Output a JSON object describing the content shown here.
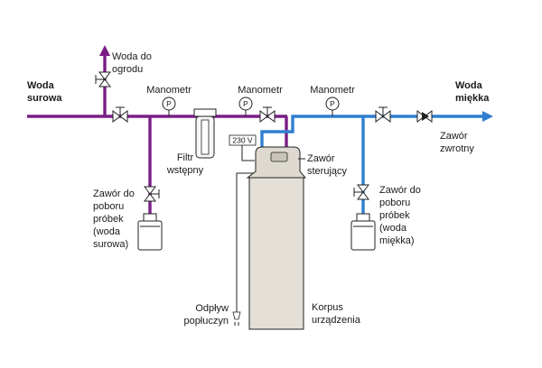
{
  "labels": {
    "raw_water": [
      "Woda",
      "surowa"
    ],
    "soft_water": [
      "Woda",
      "miękka"
    ],
    "garden_water": [
      "Woda do",
      "ogrodu"
    ],
    "manometer": "Manometr",
    "prefilter": [
      "Filtr",
      "wstępny"
    ],
    "voltage": "230 V",
    "control_valve": [
      "Zawór",
      "sterujący"
    ],
    "check_valve": [
      "Zawór",
      "zwrotny"
    ],
    "sample_valve_raw": [
      "Zawór do",
      "poboru",
      "próbek",
      "(woda",
      "surowa)"
    ],
    "sample_valve_soft": [
      "Zawór do",
      "poboru",
      "próbek",
      "(woda",
      "miękka)"
    ],
    "drain": [
      "Odpływ",
      "popłuczyn"
    ],
    "body": [
      "Korpus",
      "urządzenia"
    ],
    "gauge_letter": "P"
  },
  "colors": {
    "raw_pipe": "#7a1e86",
    "soft_pipe": "#2f7fd0",
    "tank_fill": "#e4e0d8",
    "head_fill": "#ddd9d0"
  }
}
